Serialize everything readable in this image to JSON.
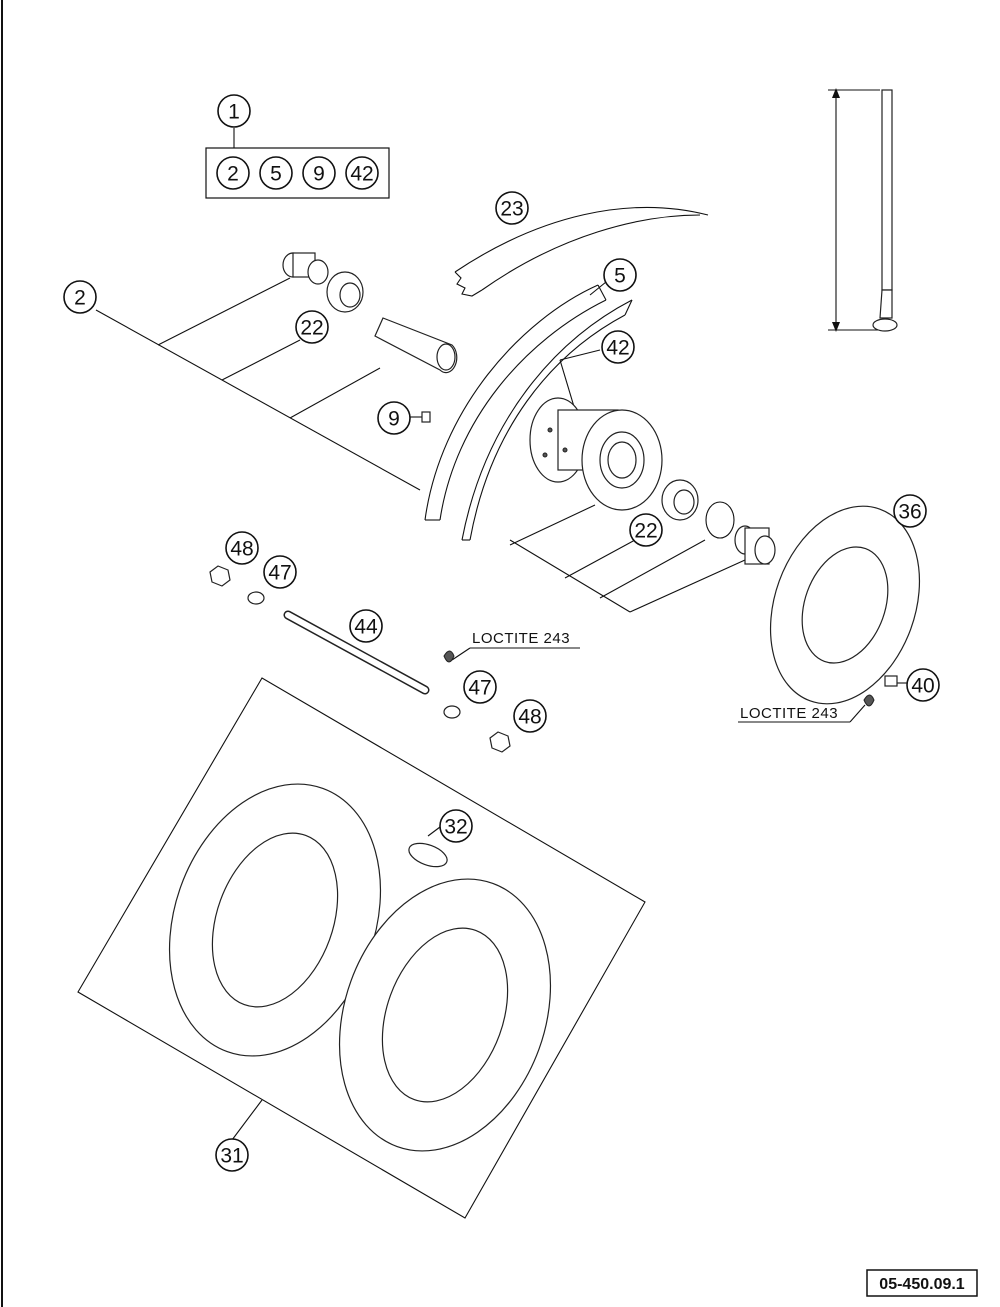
{
  "callouts": {
    "c1": "1",
    "c2_kit": "2",
    "c5_kit": "5",
    "c9_kit": "9",
    "c42_kit": "42",
    "c2": "2",
    "c22_a": "22",
    "c23": "23",
    "c5": "5",
    "c42": "42",
    "c9": "9",
    "c22_b": "22",
    "c36": "36",
    "c48_a": "48",
    "c47_a": "47",
    "c44": "44",
    "c47_b": "47",
    "c48_b": "48",
    "c40": "40",
    "c32": "32",
    "c31": "31"
  },
  "labels": {
    "loctite_axle": "LOCTITE 243",
    "loctite_disc": "LOCTITE 243"
  },
  "reference_code": "05-450.09.1"
}
